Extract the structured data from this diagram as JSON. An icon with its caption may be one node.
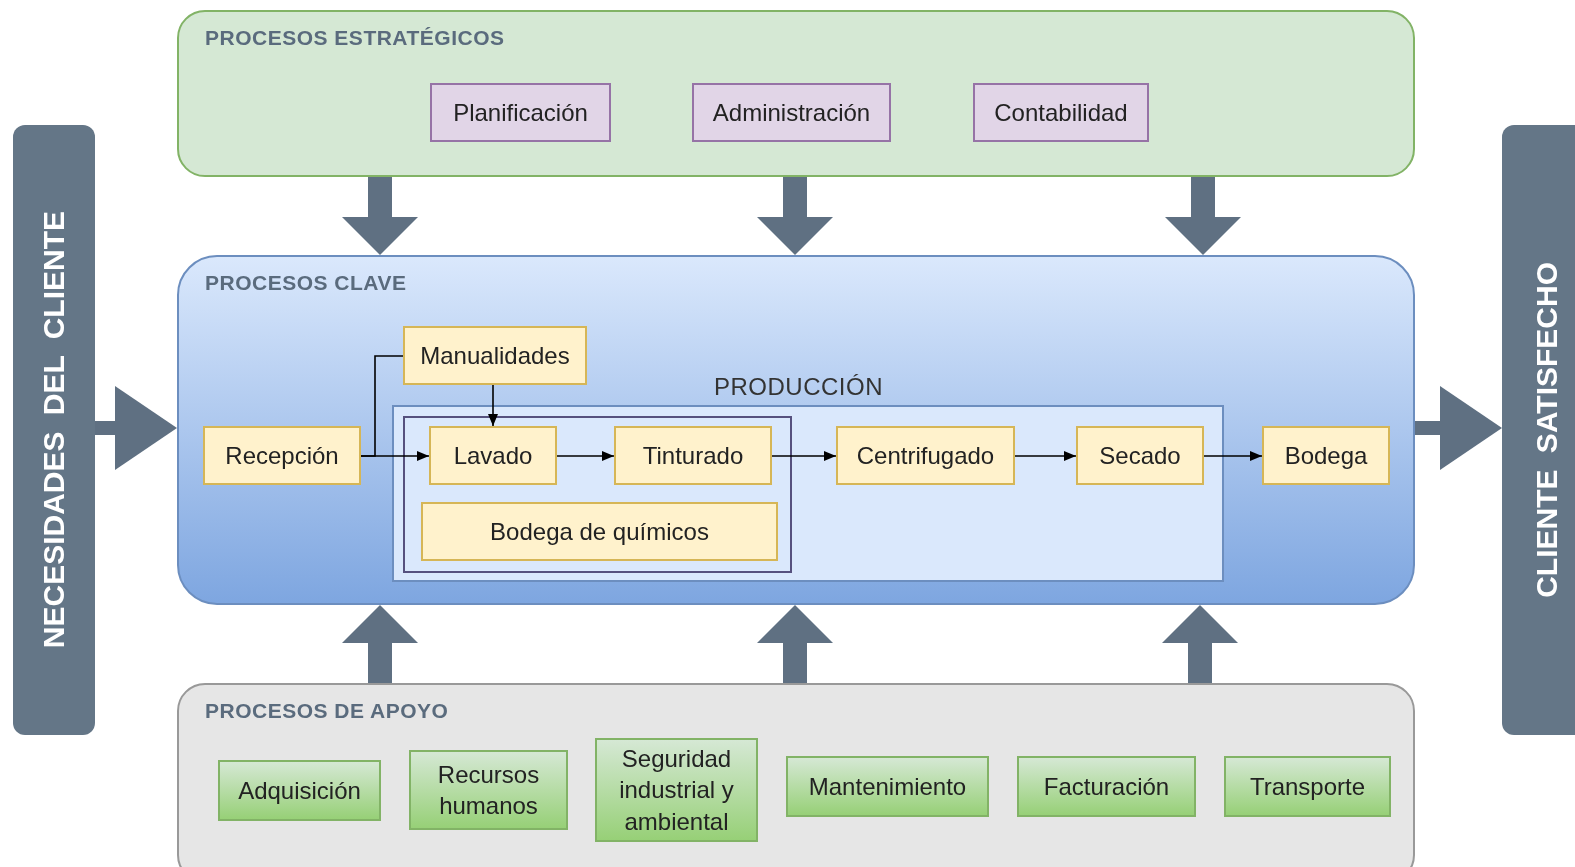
{
  "diagram": {
    "nodes": [
      {
        "text": [
          "NECESIDADES DEL CLIENTE"
        ]
      },
      {
        "text": [
          "PROCESOS ESTRATÉGICOS"
        ]
      },
      {
        "text": [
          "Planificación"
        ],
        "in": 1
      },
      {
        "text": [
          "Administración"
        ],
        "in": 1
      },
      {
        "text": [
          "Contabilidad"
        ],
        "in": 1
      },
      {
        "text": [
          "PROCESOS CLAVE"
        ]
      },
      {
        "text": [
          "Recepción"
        ],
        "in": 5
      },
      {
        "text": [
          "Manualidades"
        ],
        "in": 5
      },
      {
        "text": [
          "PRODUCCIÓN"
        ],
        "in": 5
      },
      {
        "text": [],
        "shape": "box",
        "in": 8
      },
      {
        "text": [
          "Lavado"
        ],
        "in": 9
      },
      {
        "text": [
          "Tinturado"
        ],
        "in": 9
      },
      {
        "text": [
          "Bodega de químicos"
        ],
        "in": 9
      },
      {
        "text": [
          "Centrifugado"
        ],
        "in": 8
      },
      {
        "text": [
          "Secado"
        ],
        "in": 8
      },
      {
        "text": [
          "Bodega"
        ],
        "in": 5
      },
      {
        "text": [
          "PROCESOS DE APOYO"
        ]
      },
      {
        "text": [
          "Adquisición"
        ],
        "in": 16
      },
      {
        "text": [
          "Recursos humanos"
        ],
        "in": 16
      },
      {
        "text": [
          "Seguridad industrial y ambiental"
        ],
        "in": 16
      },
      {
        "text": [
          "Mantenimiento"
        ],
        "in": 16
      },
      {
        "text": [
          "Facturación"
        ],
        "in": 16
      },
      {
        "text": [
          "Transporte"
        ],
        "in": 16
      },
      {
        "text": [
          "CLIENTE SATISFECHO"
        ]
      }
    ],
    "edges": [
      {
        "from": 0,
        "to": 5,
        "arrow": "to",
        "color": "#5f7082"
      },
      {
        "from": 1,
        "to": 5,
        "arrow": "to",
        "color": "#5f7082"
      },
      {
        "from": 1,
        "to": 5,
        "arrow": "to",
        "color": "#5f7082"
      },
      {
        "from": 1,
        "to": 5,
        "arrow": "to",
        "color": "#5f7082"
      },
      {
        "from": 6,
        "to": 7,
        "arrow": "none",
        "color": "#000000"
      },
      {
        "from": 6,
        "to": 10,
        "arrow": "to",
        "color": "#000000"
      },
      {
        "from": 7,
        "to": 10,
        "arrow": "to",
        "color": "#000000"
      },
      {
        "from": 10,
        "to": 11,
        "arrow": "to",
        "color": "#000000"
      },
      {
        "from": 11,
        "to": 13,
        "arrow": "to",
        "color": "#000000"
      },
      {
        "from": 13,
        "to": 14,
        "arrow": "to",
        "color": "#000000"
      },
      {
        "from": 14,
        "to": 15,
        "arrow": "to",
        "color": "#000000"
      },
      {
        "from": 16,
        "to": 5,
        "arrow": "to",
        "color": "#5f7082"
      },
      {
        "from": 16,
        "to": 5,
        "arrow": "to",
        "color": "#5f7082"
      },
      {
        "from": 16,
        "to": 5,
        "arrow": "to",
        "color": "#5f7082"
      },
      {
        "from": 5,
        "to": 23,
        "arrow": "to",
        "color": "#5f7082"
      }
    ]
  }
}
